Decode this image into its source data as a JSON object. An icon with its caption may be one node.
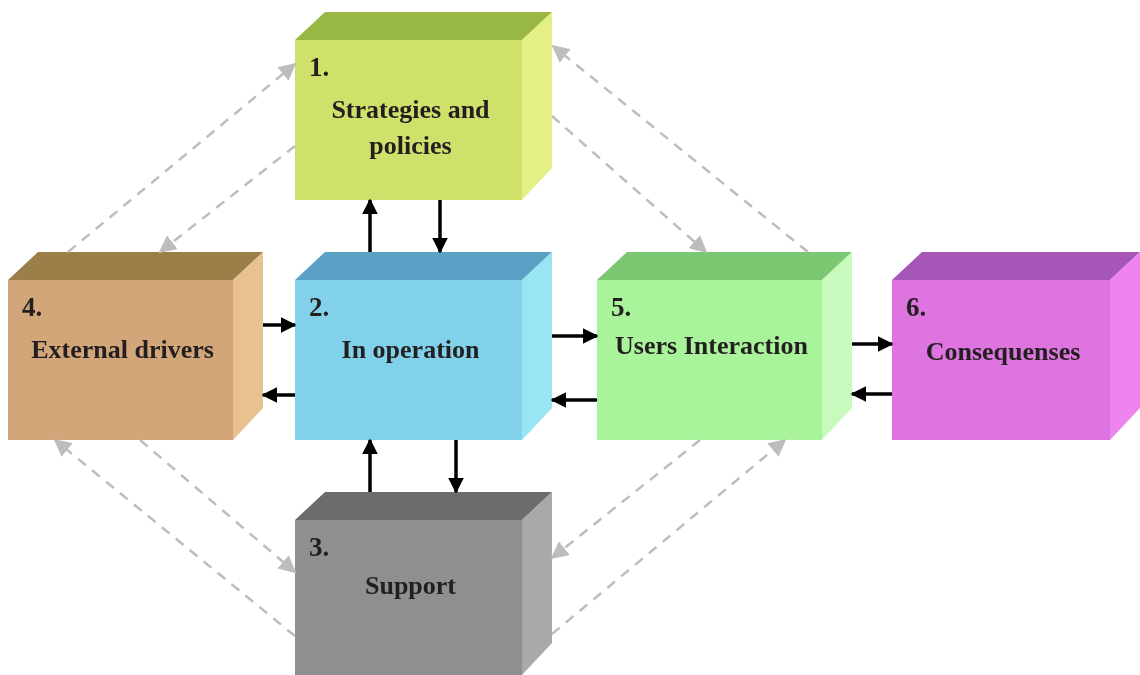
{
  "diagram": {
    "nodes": [
      {
        "text": [
          "1.",
          "Strategies and policies"
        ]
      },
      {
        "text": [
          "4.",
          "External drivers"
        ]
      },
      {
        "text": [
          "2.",
          "In operation"
        ]
      },
      {
        "text": [
          "5.",
          "Users Interaction"
        ]
      },
      {
        "text": [
          "6.",
          "Consequenses"
        ]
      },
      {
        "text": [
          "3.",
          "Support"
        ]
      }
    ],
    "edges": [
      {
        "from": 2,
        "to": 0,
        "arrow": "to"
      },
      {
        "from": 0,
        "to": 2,
        "arrow": "to"
      },
      {
        "from": 1,
        "to": 2,
        "arrow": "to"
      },
      {
        "from": 2,
        "to": 1,
        "arrow": "to"
      },
      {
        "from": 2,
        "to": 3,
        "arrow": "to"
      },
      {
        "from": 3,
        "to": 2,
        "arrow": "to"
      },
      {
        "from": 3,
        "to": 4,
        "arrow": "to"
      },
      {
        "from": 4,
        "to": 3,
        "arrow": "to"
      },
      {
        "from": 5,
        "to": 2,
        "arrow": "to"
      },
      {
        "from": 2,
        "to": 5,
        "arrow": "to"
      },
      {
        "from": 1,
        "to": 0,
        "arrow": "to",
        "style": "dashed",
        "color": "#bdbdbd"
      },
      {
        "from": 0,
        "to": 1,
        "arrow": "to",
        "style": "dashed",
        "color": "#bdbdbd"
      },
      {
        "from": 0,
        "to": 3,
        "arrow": "to",
        "style": "dashed",
        "color": "#bdbdbd"
      },
      {
        "from": 3,
        "to": 0,
        "arrow": "to",
        "style": "dashed",
        "color": "#bdbdbd"
      },
      {
        "from": 1,
        "to": 5,
        "arrow": "to",
        "style": "dashed",
        "color": "#bdbdbd"
      },
      {
        "from": 5,
        "to": 1,
        "arrow": "to",
        "style": "dashed",
        "color": "#bdbdbd"
      },
      {
        "from": 3,
        "to": 5,
        "arrow": "to",
        "style": "dashed",
        "color": "#bdbdbd"
      },
      {
        "from": 5,
        "to": 3,
        "arrow": "to",
        "style": "dashed",
        "color": "#bdbdbd"
      }
    ]
  }
}
